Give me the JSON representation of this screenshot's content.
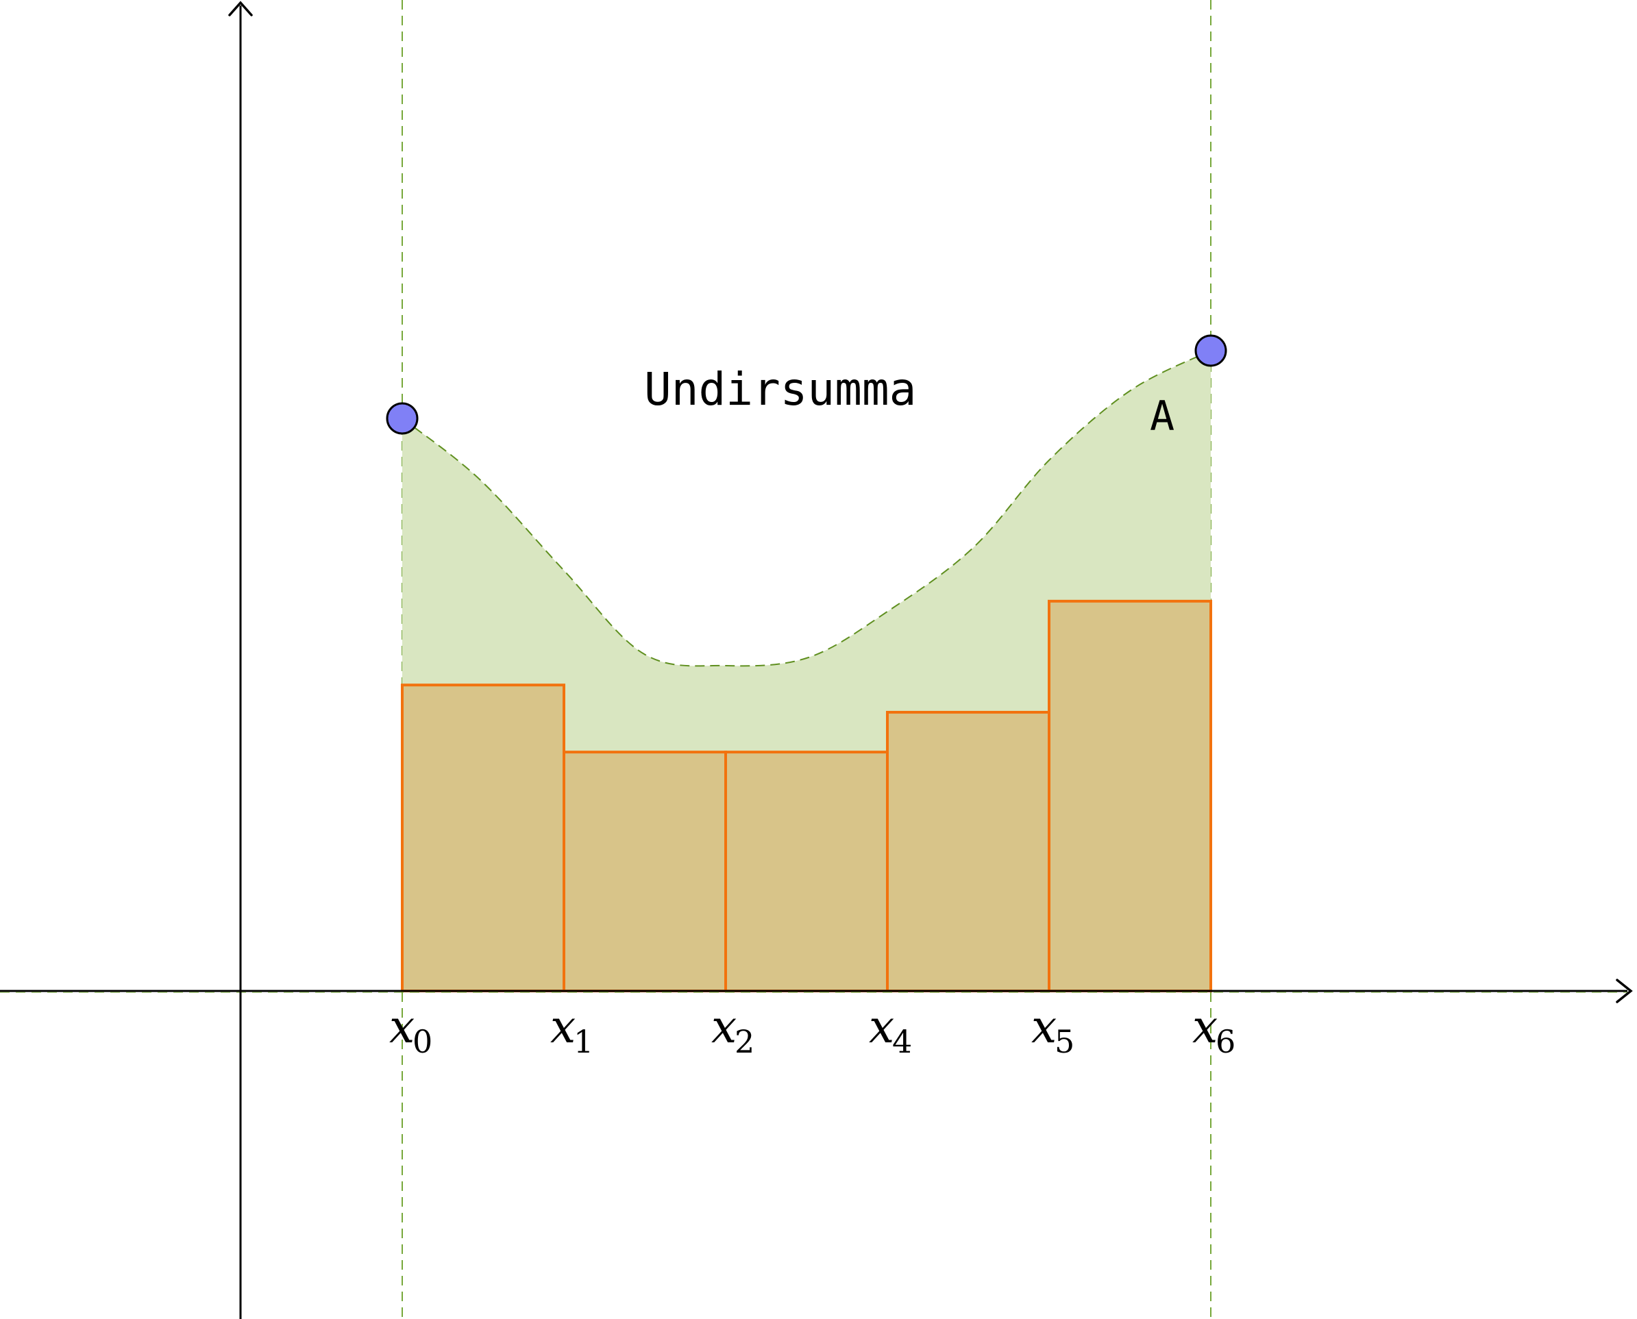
{
  "diagram": {
    "title": "Undirsumma",
    "area_label": "A",
    "partition_labels": [
      {
        "var": "x",
        "sub": "0"
      },
      {
        "var": "x",
        "sub": "1"
      },
      {
        "var": "x",
        "sub": "2"
      },
      {
        "var": "x",
        "sub": "4"
      },
      {
        "var": "x",
        "sub": "5"
      },
      {
        "var": "x",
        "sub": "6"
      }
    ],
    "rectangle_heights": [
      0.73,
      0.57,
      0.57,
      0.665,
      0.93
    ],
    "curve": {
      "description_points": "f(x0)=1.0, minimum near x2, f(x6)=1.12",
      "start_value": 1.0,
      "end_value": 1.12
    }
  },
  "colors": {
    "area_fill": "#d9e6c1",
    "rect_fill": "#d8c489",
    "rect_stroke": "#f2720e",
    "curve_stroke": "#5f8f1f",
    "guide_stroke": "#77a83b",
    "endpoint_fill": "#8080f6",
    "axis": "#000000"
  }
}
